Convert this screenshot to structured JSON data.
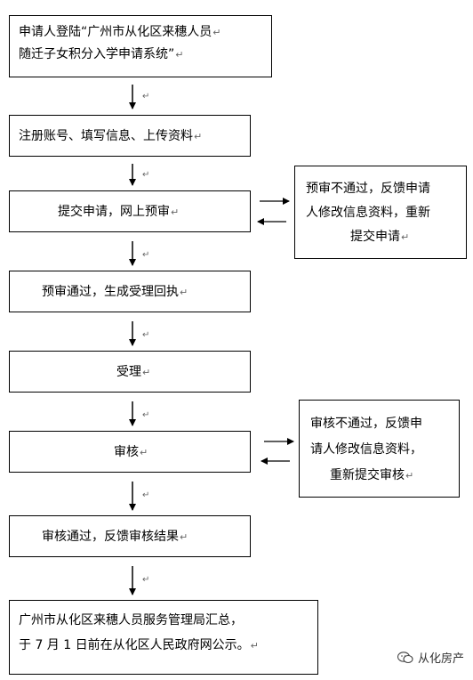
{
  "steps": {
    "s1": {
      "line1": "申请人登陆“广州市从化区来穗人员",
      "line2": "随迁子女积分入学申请系统”"
    },
    "s2": "注册账号、填写信息、上传资料",
    "s3": "提交申请，网上预审",
    "s4": "预审通过，生成受理回执",
    "s5": "受理",
    "s6": "审核",
    "s7": "审核通过，反馈审核结果",
    "s8": {
      "line1": "广州市从化区来穗人员服务管理局汇总，",
      "line2": "于 7 月 1 日前在从化区人民政府网公示。"
    }
  },
  "side": {
    "pre_review_fail": {
      "line1": "预审不通过，反馈申请",
      "line2": "人修改信息资料，重新",
      "line3": "提交申请"
    },
    "review_fail": {
      "line1": "审核不通过，反馈申",
      "line2": "请人修改信息资料，",
      "line3": "重新提交审核"
    }
  },
  "watermark": {
    "text": "从化房产"
  },
  "return_mark": "↵",
  "colors": {
    "line": "#000000",
    "background": "#ffffff"
  }
}
